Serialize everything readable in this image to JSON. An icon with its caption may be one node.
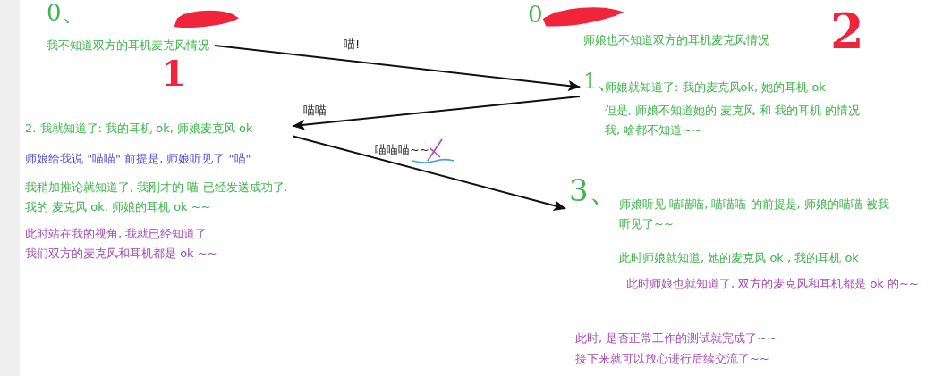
{
  "diagram": {
    "nodes": [
      {
        "text": [
          "我不知道双方的耳机麦克风情况"
        ]
      },
      {
        "text": [
          "师娘也不知道双方的耳机麦克风情况"
        ]
      },
      {
        "text": [
          "师娘就知道了: 我的麦克风ok, 她的耳机 ok",
          "但是, 师娘不知道她的 麦克风 和 我的耳机 的情况",
          "我, 啥都不知道~~"
        ],
        "beside": [
          "1、"
        ]
      },
      {
        "text": [
          "2. 我就知道了: 我的耳机 ok, 师娘麦克风 ok",
          "师娘给我说 \"喵喵\" 前提是, 师娘听见了 \"喵\"",
          "我稍加推论就知道了, 我刚才的 喵 已经发送成功了.",
          "我的 麦克风 ok, 师娘的耳机 ok ~~",
          "此时站在我的视角, 我就已经知道了",
          "我们双方的麦克风和耳机都是 ok ~~"
        ]
      },
      {
        "text": [
          "师娘听见 喵喵喵, 喵喵喵 的前提是, 师娘的喵喵 被我听见了~~",
          "此时师娘就知道, 她的麦克风 ok , 我的耳机 ok",
          "此时师娘也就知道了, 双方的麦克风和耳机都是 ok 的~~"
        ],
        "beside": [
          "3、"
        ]
      }
    ],
    "edges": [
      {
        "from": 0,
        "to": 2,
        "arrow": "to",
        "label": "喵!"
      },
      {
        "from": 2,
        "to": 3,
        "arrow": "to",
        "label": "喵喵"
      },
      {
        "from": 3,
        "to": 4,
        "arrow": "to",
        "label": "喵喵喵~~"
      }
    ],
    "labels": [
      "0、",
      "1",
      "0",
      "2",
      "此时, 是否正常工作的测试就完成了~~",
      "接下来就可以放心进行后续交流了~~"
    ]
  }
}
